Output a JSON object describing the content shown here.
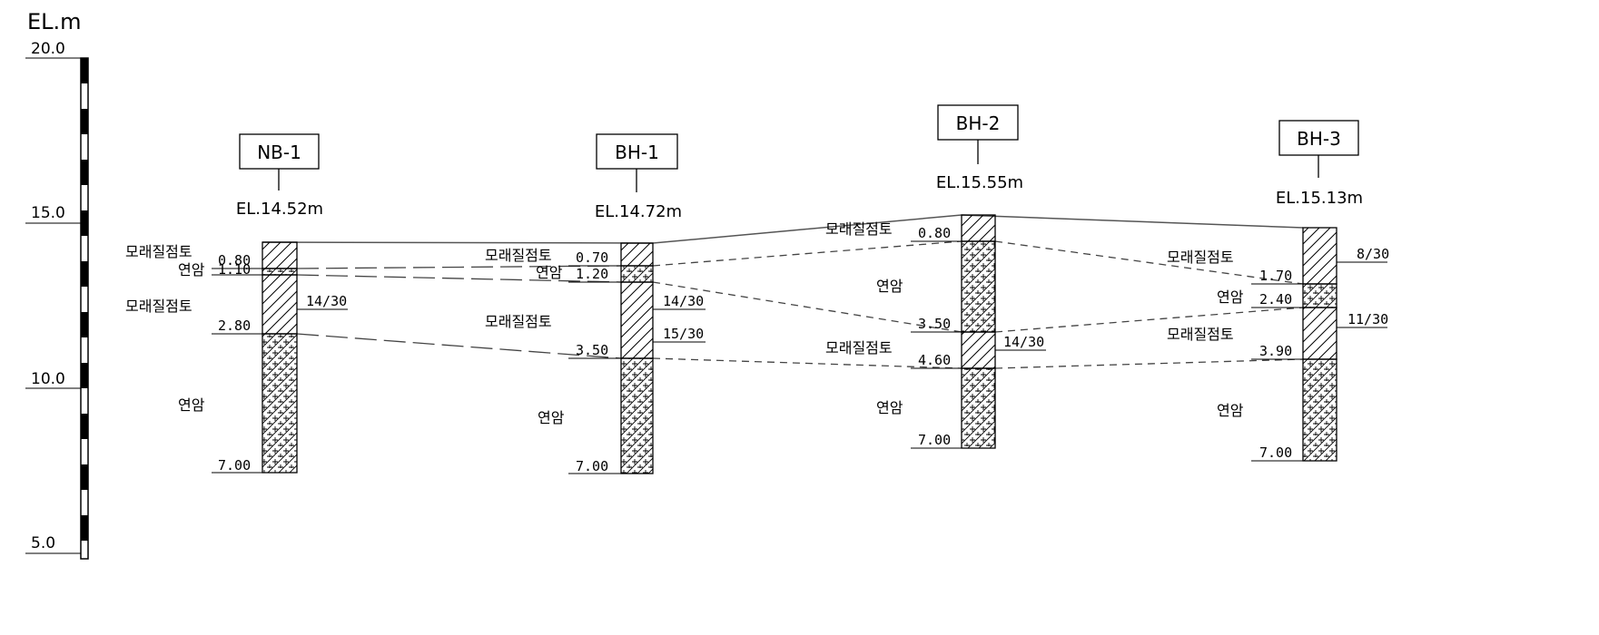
{
  "scale": {
    "unit_label": "EL.m",
    "ticks": [
      "20.0",
      "15.0",
      "10.0",
      "5.0"
    ]
  },
  "colors": {
    "line": "#000000",
    "ground": "#555555",
    "background": "#ffffff"
  },
  "boreholes": [
    {
      "name": "NB-1",
      "elevation": "EL.14.52m",
      "layers": [
        {
          "soil": "모래질점토",
          "depth_label": "0.80",
          "pattern": "hatch"
        },
        {
          "soil": "연암",
          "depth_label": "1.10",
          "pattern": "rock"
        },
        {
          "soil": "모래질점토",
          "depth_label": "2.80",
          "pattern": "hatch"
        },
        {
          "soil": "연암",
          "depth_label": "7.00",
          "pattern": "rock"
        }
      ],
      "spt": [
        "14/30"
      ]
    },
    {
      "name": "BH-1",
      "elevation": "EL.14.72m",
      "layers": [
        {
          "soil": "모래질점토",
          "depth_label": "0.70",
          "pattern": "hatch"
        },
        {
          "soil": "연암",
          "depth_label": "1.20",
          "pattern": "rock"
        },
        {
          "soil": "모래질점토",
          "depth_label": "3.50",
          "pattern": "hatch"
        },
        {
          "soil": "연암",
          "depth_label": "7.00",
          "pattern": "rock"
        }
      ],
      "spt": [
        "14/30",
        "15/30"
      ]
    },
    {
      "name": "BH-2",
      "elevation": "EL.15.55m",
      "layers": [
        {
          "soil": "모래질점토",
          "depth_label": "0.80",
          "pattern": "hatch"
        },
        {
          "soil": "연암",
          "depth_label": "3.50",
          "pattern": "rock"
        },
        {
          "soil": "모래질점토",
          "depth_label": "4.60",
          "pattern": "hatch"
        },
        {
          "soil": "연암",
          "depth_label": "7.00",
          "pattern": "rock"
        }
      ],
      "spt": [
        "14/30"
      ]
    },
    {
      "name": "BH-3",
      "elevation": "EL.15.13m",
      "layers": [
        {
          "soil": "모래질점토",
          "depth_label": "1.70",
          "pattern": "hatch"
        },
        {
          "soil": "연암",
          "depth_label": "2.40",
          "pattern": "rock"
        },
        {
          "soil": "모래질점토",
          "depth_label": "3.90",
          "pattern": "hatch"
        },
        {
          "soil": "연암",
          "depth_label": "7.00",
          "pattern": "rock"
        }
      ],
      "spt": [
        "8/30",
        "11/30"
      ]
    }
  ]
}
